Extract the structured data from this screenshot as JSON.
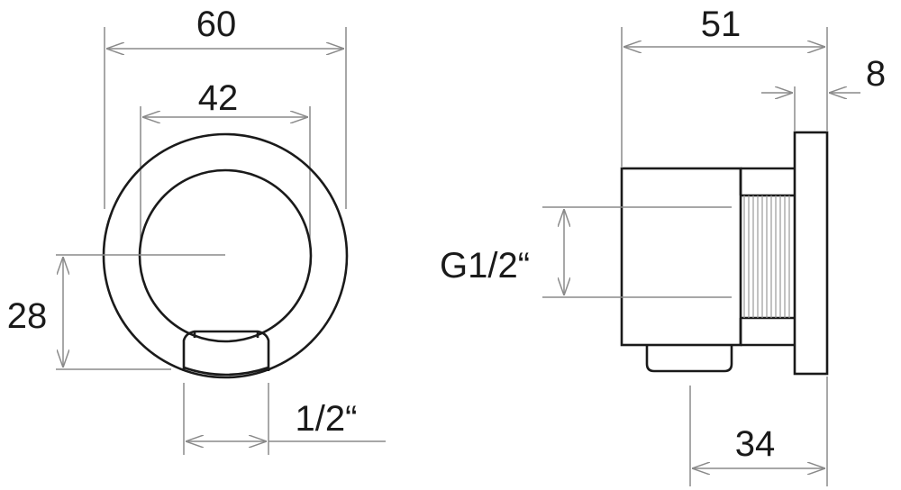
{
  "front_view": {
    "outer_diameter": "60",
    "inner_diameter": "42",
    "center_height": "28",
    "outlet_thread": "1/2“"
  },
  "side_view": {
    "overall_length": "51",
    "flange_thickness": "8",
    "inlet_thread": "G1/2“",
    "outlet_offset": "34"
  },
  "colors": {
    "outline": "#1a1a1a",
    "dimension_line": "#8a8a8a"
  }
}
